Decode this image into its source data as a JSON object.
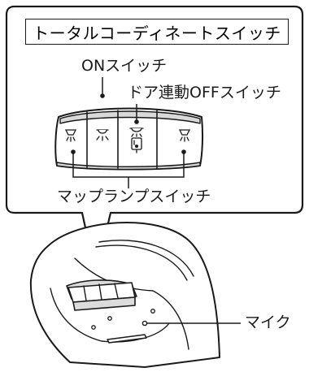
{
  "title": "トータルコーディネートスイッチ",
  "labels": {
    "on_switch": "ONスイッチ",
    "door_switch": "ドア連動OFFスイッチ",
    "map_switch": "マップランプスイッチ",
    "mic": "マイク"
  },
  "colors": {
    "line": "#1a1a1a",
    "fill": "#ffffff",
    "shade": "#dcdcdc"
  },
  "icons": [
    "map-lamp-left-icon",
    "dome-light-on-icon",
    "door-link-icon",
    "map-lamp-right-icon"
  ]
}
